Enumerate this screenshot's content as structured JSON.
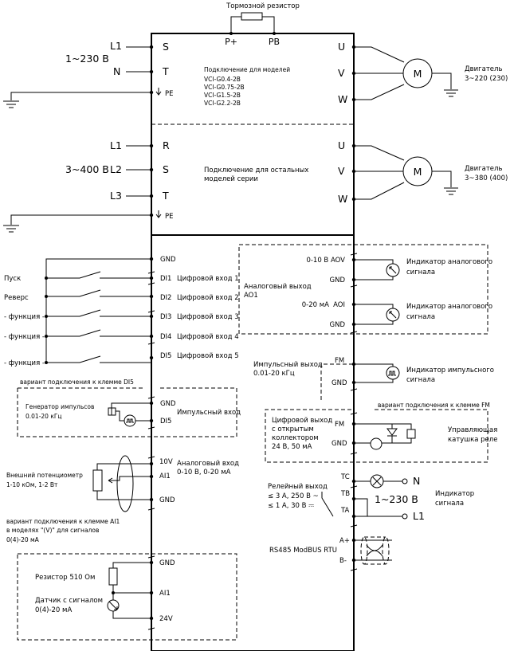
{
  "brake": {
    "label": "Тормозной резистор",
    "p_plus": "P+",
    "pb": "PB"
  },
  "section1": {
    "supply": "1~230 В",
    "lines": [
      "L1",
      "N"
    ],
    "terminals": [
      "S",
      "T",
      "PE"
    ],
    "note": [
      "Подключение для моделей",
      "VCI-G0.4-2B",
      "VCI-G0.75-2B",
      "VCI-G1.5-2B",
      "VCI-G2.2-2B"
    ],
    "outputs": [
      "U",
      "V",
      "W"
    ],
    "motor_symbol": "M",
    "motor_label": [
      "Двигатель",
      "3~220 (230) В"
    ]
  },
  "section2": {
    "supply": "3~400 В",
    "lines": [
      "L1",
      "L2",
      "L3"
    ],
    "terminals": [
      "R",
      "S",
      "T",
      "PE"
    ],
    "note": [
      "Подключение для остальных",
      "моделей серии"
    ],
    "outputs": [
      "U",
      "V",
      "W"
    ],
    "motor_symbol": "M",
    "motor_label": [
      "Двигатель",
      "3~380 (400) В"
    ]
  },
  "digital": {
    "gnd": "GND",
    "inputs": [
      {
        "terminal": "DI1",
        "name": "Цифровой вход 1",
        "label": "Пуск"
      },
      {
        "terminal": "DI2",
        "name": "Цифровой вход 2",
        "label": "Реверс"
      },
      {
        "terminal": "DI3",
        "name": "Цифровой вход 3",
        "label": "- функция -"
      },
      {
        "terminal": "DI4",
        "name": "Цифровой вход 4",
        "label": "- функция -"
      },
      {
        "terminal": "DI5",
        "name": "Цифровой вход 5",
        "label": "- функция -"
      }
    ]
  },
  "di5_variant": {
    "title": "вариант подключения к клемме DI5",
    "generator": [
      "Генератор импульсов",
      "0.01-20 кГц"
    ],
    "gnd": "GND",
    "di5": "DI5",
    "pulse_input": "Импульсный вход"
  },
  "analog_in": {
    "pot_label": [
      "Внешний потенциометр",
      "1-10 кОм, 1-2 Вт"
    ],
    "terminals": [
      "10V",
      "AI1",
      "GND"
    ],
    "desc": [
      "Аналоговый вход",
      "0-10 В, 0-20 мА"
    ]
  },
  "ai1_variant": {
    "title": [
      "вариант подключения к клемме AI1",
      "в моделях \"(V)\" для сигналов",
      "0(4)-20 мА"
    ],
    "resistor": "Резистор 510 Ом",
    "sensor": [
      "Датчик с сигналом",
      "0(4)-20 мА"
    ],
    "terminals": [
      "GND",
      "AI1",
      "24V"
    ]
  },
  "analog_out": {
    "label": [
      "Аналоговый выход",
      "AO1"
    ],
    "rows": [
      {
        "left": "0-10 В AOV",
        "terminal": ""
      },
      {
        "left": "",
        "terminal": "GND"
      },
      {
        "left": "0-20 мА",
        "terminal": "AOI"
      },
      {
        "left": "",
        "terminal": "GND"
      }
    ],
    "indicator": [
      "Индикатор аналогового",
      "сигнала"
    ]
  },
  "pulse_out": {
    "label": [
      "Импульсный выход",
      "0.01-20 кГц"
    ],
    "terminals": [
      "FM",
      "GND"
    ],
    "indicator": [
      "Индикатор импульсного",
      "сигнала"
    ]
  },
  "fm_variant": {
    "title": "вариант подключения к клемме FM",
    "desc": [
      "Цифровой выход",
      "с открытым",
      "коллектором",
      "24 В, 50 мА"
    ],
    "terminals": [
      "FM",
      "GND"
    ],
    "relay": [
      "Управляющая",
      "катушка реле"
    ]
  },
  "relay": {
    "desc": [
      "Релейный выход",
      "≤ 3 А, 250 В ~",
      "≤ 1 А, 30 В ⎓"
    ],
    "terminals": [
      "TC",
      "TB",
      "TA"
    ],
    "n": "N",
    "l1": "L1",
    "supply": "1~230 В",
    "indicator": [
      "Индикатор",
      "сигнала"
    ]
  },
  "rs485": {
    "label": "RS485 ModBUS RTU",
    "terminals": [
      "A+",
      "B-"
    ]
  }
}
